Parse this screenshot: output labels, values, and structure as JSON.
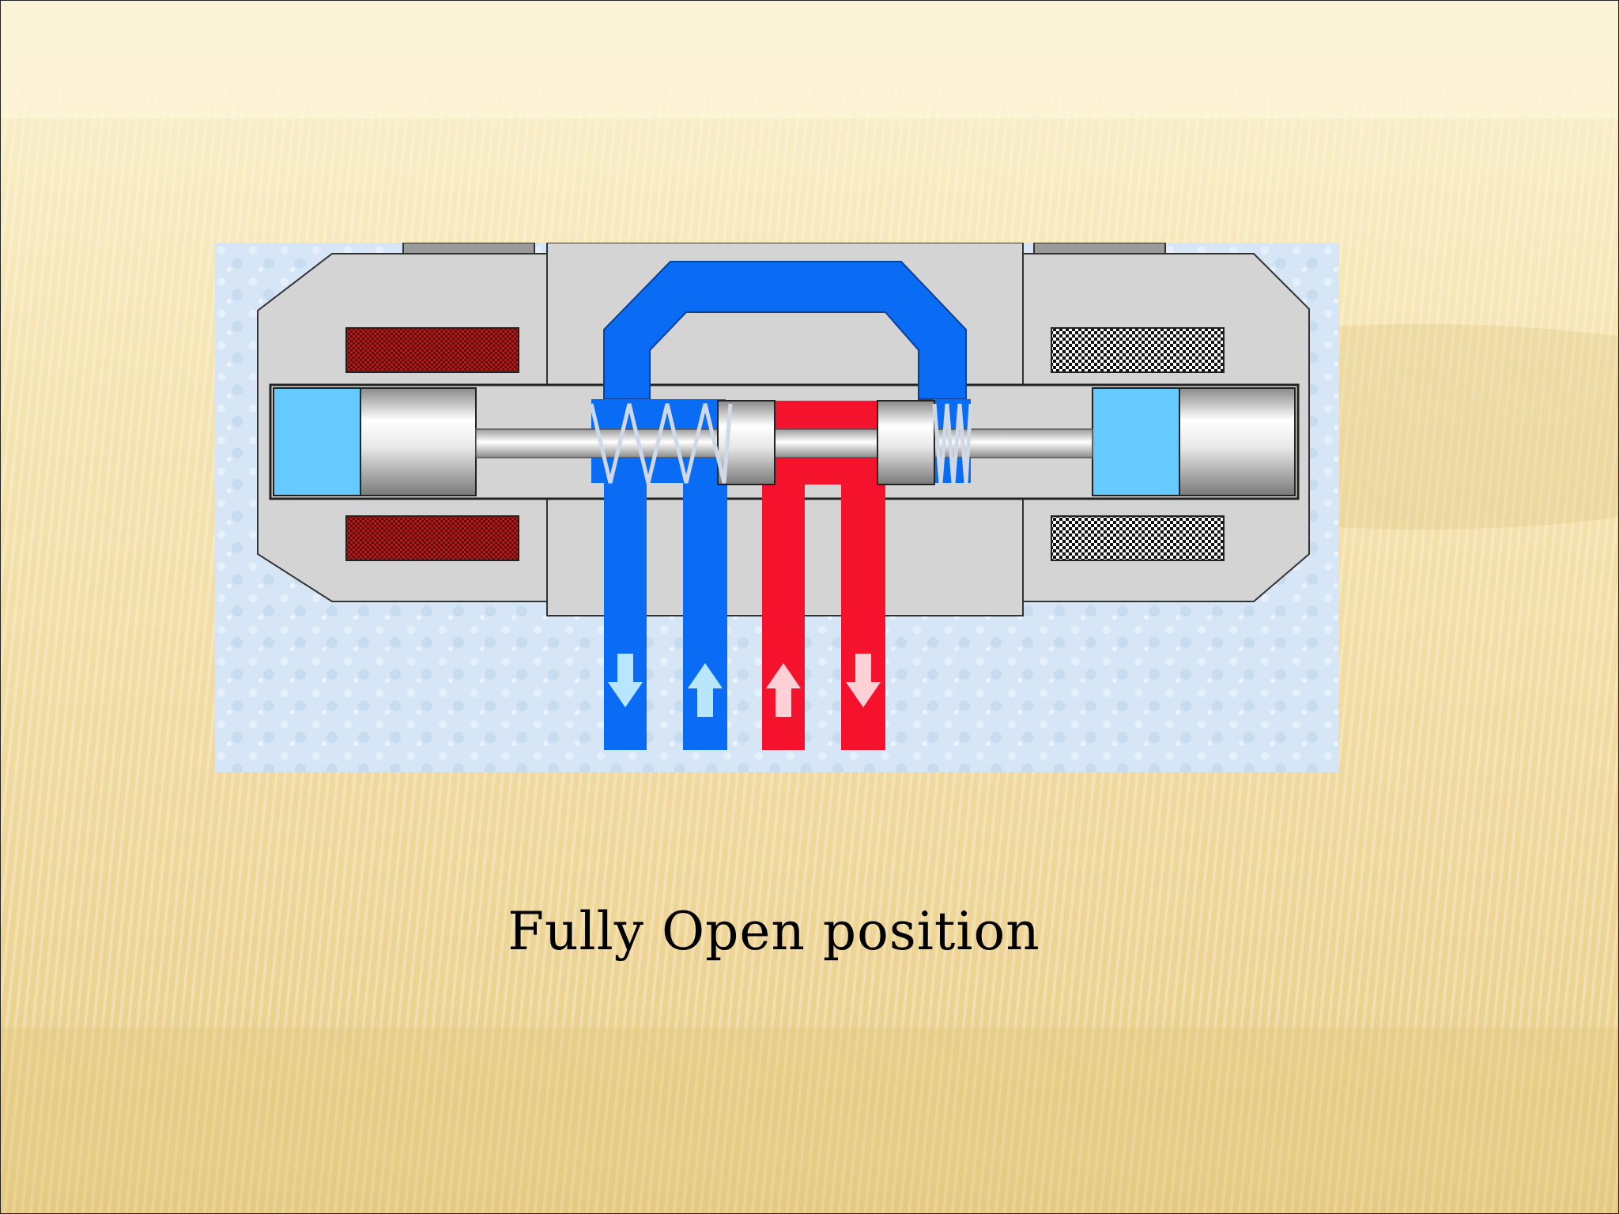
{
  "slide": {
    "caption": "Fully Open position"
  },
  "diagram": {
    "state": "fully-open",
    "colors": {
      "return_line": "#0a6cf5",
      "pressure_line": "#f5122d",
      "body": "#d4d4d4",
      "coil_left": "#8c1a1a",
      "coil_right": "#9a9a9a",
      "pilot_chamber": "#66c9ff",
      "background": "#d9e8f7"
    },
    "ports": [
      {
        "line": "return",
        "flow": "down"
      },
      {
        "line": "return",
        "flow": "up"
      },
      {
        "line": "pressure",
        "flow": "up"
      },
      {
        "line": "pressure",
        "flow": "down"
      }
    ]
  }
}
